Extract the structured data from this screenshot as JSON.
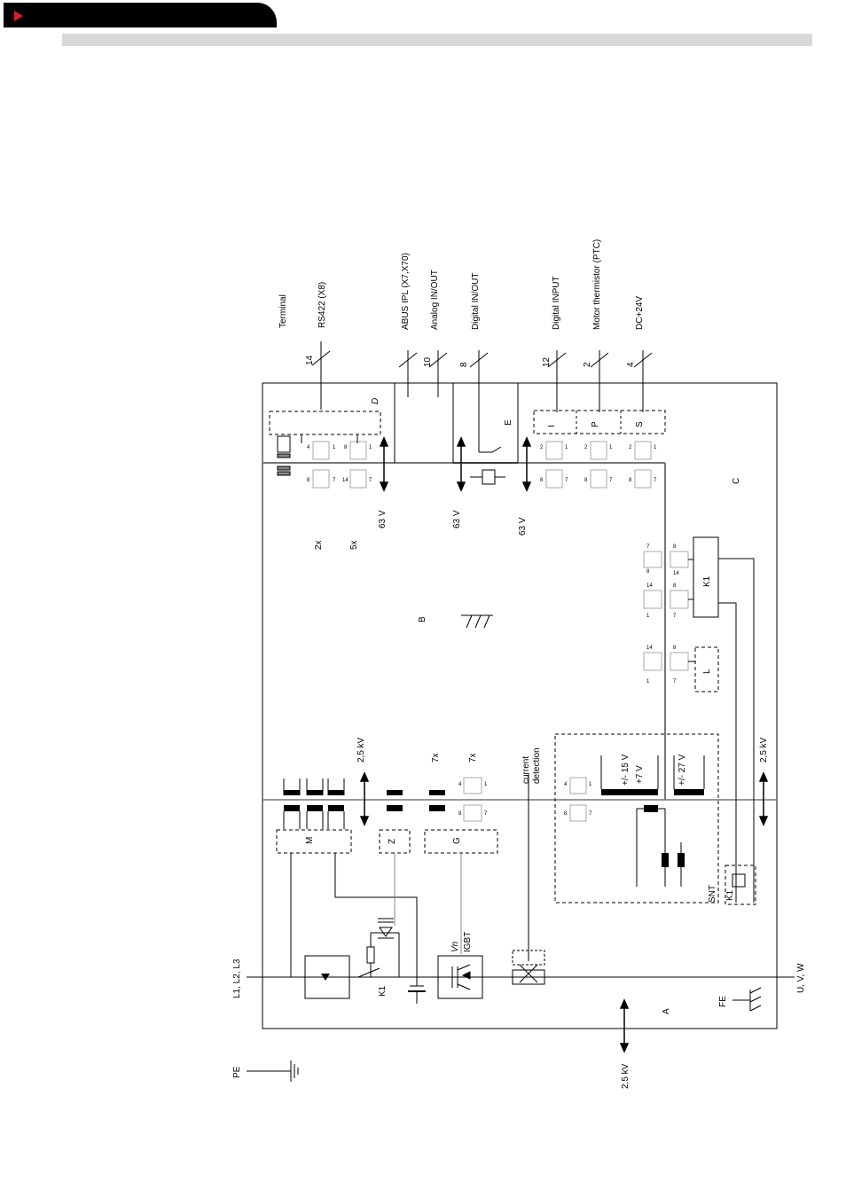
{
  "header": {
    "accent_color": "#d4202a",
    "bar_color": "#d9d9d9"
  },
  "top_labels": {
    "terminal": "Terminal",
    "rs422": "RS422 (X8)",
    "abus": "ABUS IPL (X7,X70)",
    "analog": "Analog IN/OUT",
    "digital_io": "Digital IN/OUT",
    "digital_input": "Digital INPUT",
    "motor_thermistor": "Motor thermistor (PTC)",
    "dc24": "DC+24V"
  },
  "wire_counts": {
    "rs422": "14",
    "analog": "10",
    "digital_io": "8",
    "digital_input": "12",
    "thermistor": "2",
    "dc24": "4"
  },
  "blocks": {
    "a": "A",
    "b": "B",
    "c": "C",
    "d": "D",
    "e": "E",
    "m": "M",
    "z": "Z",
    "g": "G",
    "i": "I",
    "p": "P",
    "s": "S",
    "l": "L",
    "k1": "K1"
  },
  "voltages": {
    "v63": "63 V",
    "kv25": "2,5 kV",
    "v15": "+/- 15 V",
    "v7": "+7 V",
    "v27": "+/- 27 V"
  },
  "multipliers": {
    "x2": "2x",
    "x5": "5x",
    "x7": "7x"
  },
  "misc": {
    "current": "current",
    "detection": "detection",
    "snt": "SNT",
    "k1": "K1",
    "igbt": "IGBT",
    "vn": "Vn",
    "l123": "L1, L2, L3",
    "uvw": "U, V, W",
    "pe": "PE",
    "fe": "FE",
    "pin1": "1",
    "pin2": "2",
    "pin4": "4",
    "pin7": "7",
    "pin8": "8",
    "pin14": "14"
  }
}
